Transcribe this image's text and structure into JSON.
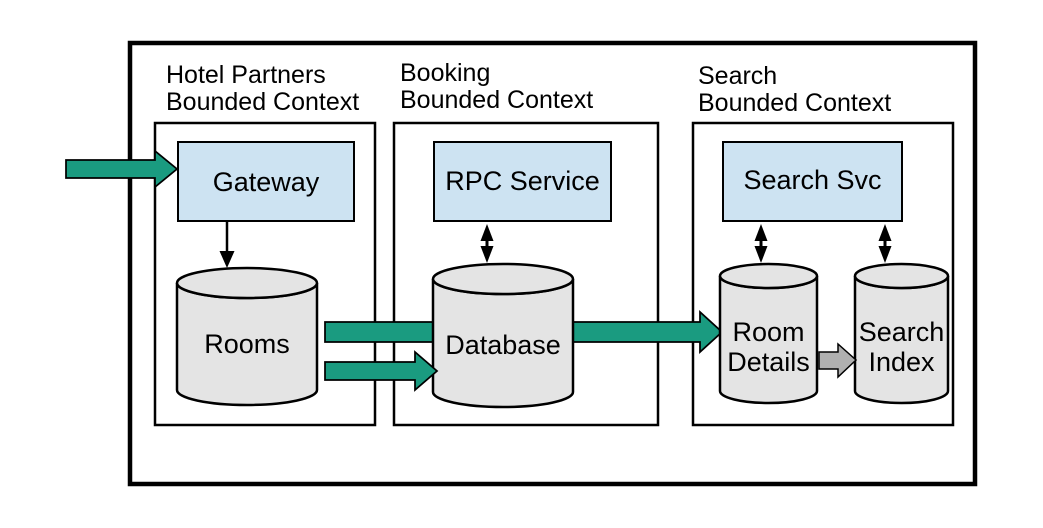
{
  "colors": {
    "accent_green": "#1a9b80",
    "node_blue": "#cde3f2",
    "cylinder_gray": "#e4e4e4",
    "arrow_gray": "#b0b0b0",
    "line_black": "#000000",
    "background": "#ffffff"
  },
  "contexts": {
    "hotel": {
      "line1": "Hotel Partners",
      "line2": "Bounded Context"
    },
    "booking": {
      "line1": "Booking",
      "line2": "Bounded Context"
    },
    "search": {
      "line1": "Search",
      "line2": "Bounded Context"
    }
  },
  "nodes": {
    "gateway": {
      "label": "Gateway"
    },
    "rpc_service": {
      "label": "RPC Service"
    },
    "search_svc": {
      "label": "Search Svc"
    },
    "rooms": {
      "label": "Rooms"
    },
    "database": {
      "label": "Database"
    },
    "room_details": {
      "line1": "Room",
      "line2": "Details"
    },
    "search_index": {
      "line1": "Search",
      "line2": "Index"
    }
  }
}
